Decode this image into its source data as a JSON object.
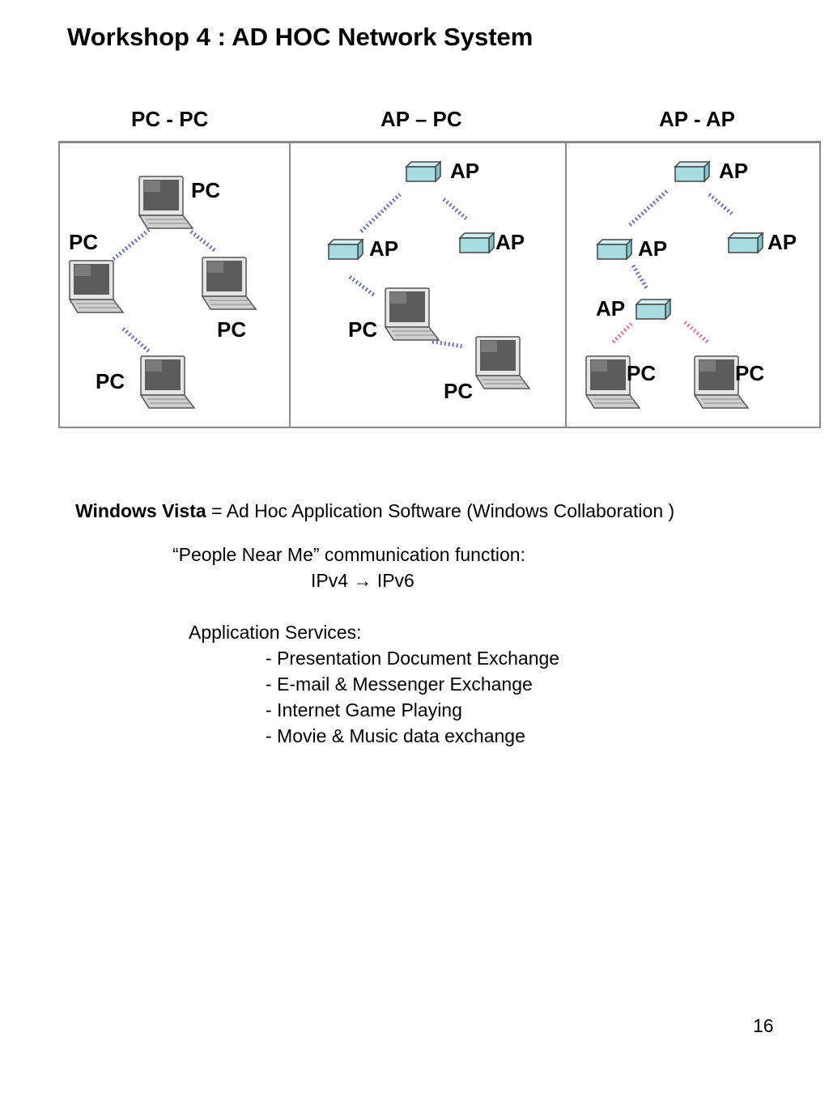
{
  "title": "Workshop 4 : AD HOC Network System",
  "columns": [
    {
      "heading": "PC - PC"
    },
    {
      "heading": "AP – PC"
    },
    {
      "heading": "AP - AP"
    }
  ],
  "diagram_labels": {
    "pc": "PC",
    "ap": "AP"
  },
  "content": {
    "vista_bold": "Windows Vista",
    "vista_rest": " = Ad Hoc Application Software (Windows Collaboration )",
    "people_near_me": "“People Near Me” communication function:",
    "ipv": "IPv4 → IPv6",
    "app_services": "Application Services:",
    "services": [
      "- Presentation Document Exchange",
      "- E-mail & Messenger Exchange",
      "- Internet Game Playing",
      "- Movie & Music data exchange"
    ]
  },
  "page_number": "16",
  "colors": {
    "border": "#8a8a8a",
    "ap_box": "#a8dce0",
    "wave_blue": "#6a72c8",
    "wave_pink": "#e070b0",
    "laptop": "#4a4a4a"
  },
  "icons": [
    "laptop-icon",
    "access-point-icon",
    "wireless-wave-icon"
  ]
}
